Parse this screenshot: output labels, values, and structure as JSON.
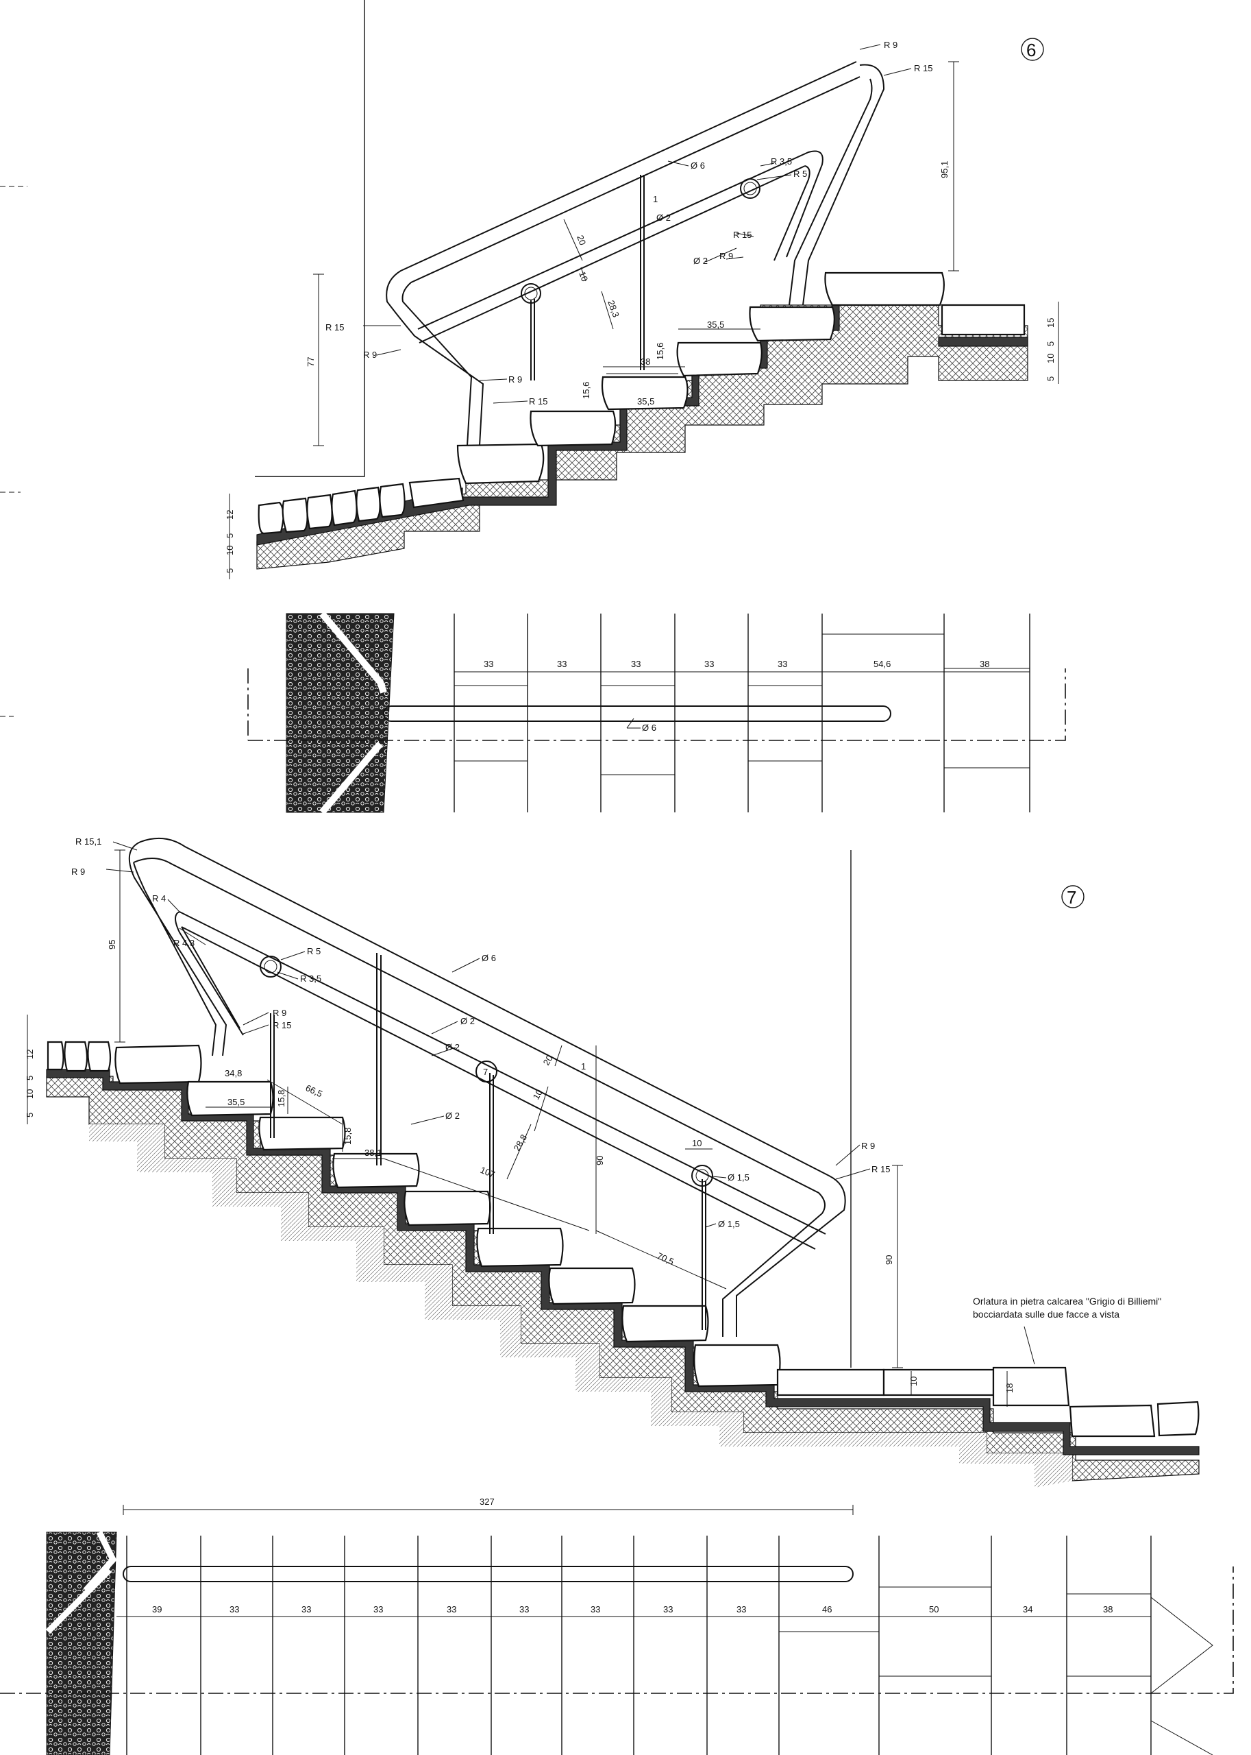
{
  "detail_6": {
    "number": "6",
    "labels": {
      "r9_top": "R 9",
      "r15_top": "R 15",
      "phi6": "Ø 6",
      "r35": "R 3,5",
      "r5": "R 5",
      "one": "1",
      "phi2a": "Ø 2",
      "phi2b": "Ø 2",
      "r15_b": "R 15",
      "r9_b": "R 9",
      "r15_l": "R 15",
      "r9_l": "R 9",
      "r9_foot": "R 9",
      "r15_foot": "R 15",
      "d20": "20",
      "d10": "10",
      "d283": "28,3",
      "h951": "95,1",
      "h77": "77",
      "w355a": "35,5",
      "w355b": "35,5",
      "w38": "38",
      "h156a": "15,6",
      "h156b": "15,6",
      "r15dim": "15",
      "r5dim": "5",
      "r10dim": "10",
      "r5bdim": "5",
      "l12": "12",
      "l5": "5",
      "l10": "10",
      "l5b": "5"
    },
    "plan": {
      "dims": [
        "33",
        "33",
        "33",
        "33",
        "33",
        "54,6",
        "38"
      ],
      "phi": "Ø 6"
    }
  },
  "detail_7": {
    "number": "7",
    "labels": {
      "r151": "R 15,1",
      "r9": "R 9",
      "r4": "R 4",
      "r43": "R 4,3",
      "r5": "R 5",
      "r35": "R 3,5",
      "h95": "95",
      "phi6": "Ø 6",
      "r9b": "R 9",
      "r15b": "R 15",
      "phi2a": "Ø 2",
      "phi2b": "Ø 2",
      "phi2c": "Ø 2",
      "phi7": "7",
      "d20": "20",
      "d1": "1",
      "d10": "10",
      "d288": "28,8",
      "w348": "34,8",
      "w665": "66,5",
      "w355": "35,5",
      "h158a": "15,8",
      "h158b": "15,8",
      "w381": "38,1",
      "w107": "107",
      "h90": "90",
      "w10": "10",
      "phi15a": "Ø 1,5",
      "phi15b": "Ø 1,5",
      "w705": "70,5",
      "r9c": "R 9",
      "r15c": "R 15",
      "h90b": "90",
      "d10b": "10",
      "d18": "18",
      "l12": "12",
      "l5": "5",
      "l10": "10",
      "l5b": "5"
    },
    "note": [
      "Orlatura in pietra calcarea \"Grigio di Billiemi\"",
      "bocciardata sulle due facce a vista"
    ],
    "plan": {
      "total": "327",
      "dims": [
        "39",
        "33",
        "33",
        "33",
        "33",
        "33",
        "33",
        "33",
        "33",
        "46",
        "50",
        "34",
        "38"
      ]
    }
  }
}
